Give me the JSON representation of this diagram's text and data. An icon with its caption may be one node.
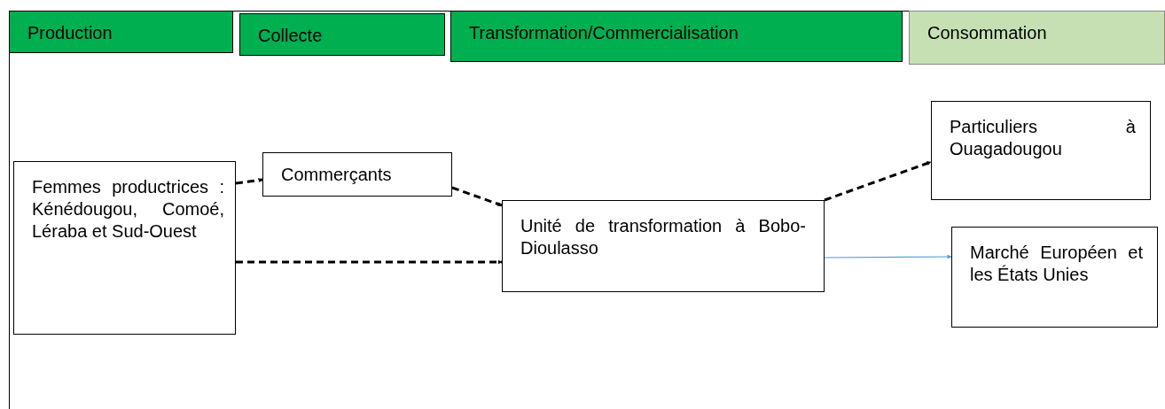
{
  "diagram": {
    "nodes": [
      {
        "text": [
          "Production"
        ]
      },
      {
        "text": [
          "Collecte"
        ]
      },
      {
        "text": [
          "Transformation/Commercialisation"
        ]
      },
      {
        "text": [
          "Consommation"
        ]
      },
      {
        "text": [
          "Femmes productrices : Kénédougou, Comoé, Léraba et Sud-Ouest"
        ]
      },
      {
        "text": [
          "Commerçants"
        ]
      },
      {
        "text": [
          "Unité de transformation à Bobo-Dioulasso"
        ]
      },
      {
        "text": [
          "Particuliers à Ouagadougou"
        ]
      },
      {
        "text": [
          "Marché Européen et les États Unies"
        ]
      }
    ],
    "edges": [
      {
        "from": 4,
        "to": 5,
        "arrow": "to",
        "style": "dashed"
      },
      {
        "from": 5,
        "to": 6,
        "arrow": "to",
        "style": "dashed"
      },
      {
        "from": 4,
        "to": 6,
        "arrow": "to",
        "style": "dashed"
      },
      {
        "from": 6,
        "to": 7,
        "arrow": "to",
        "style": "dashed"
      },
      {
        "from": 6,
        "to": 8,
        "arrow": "to",
        "color": "#5b9bd5"
      }
    ]
  }
}
